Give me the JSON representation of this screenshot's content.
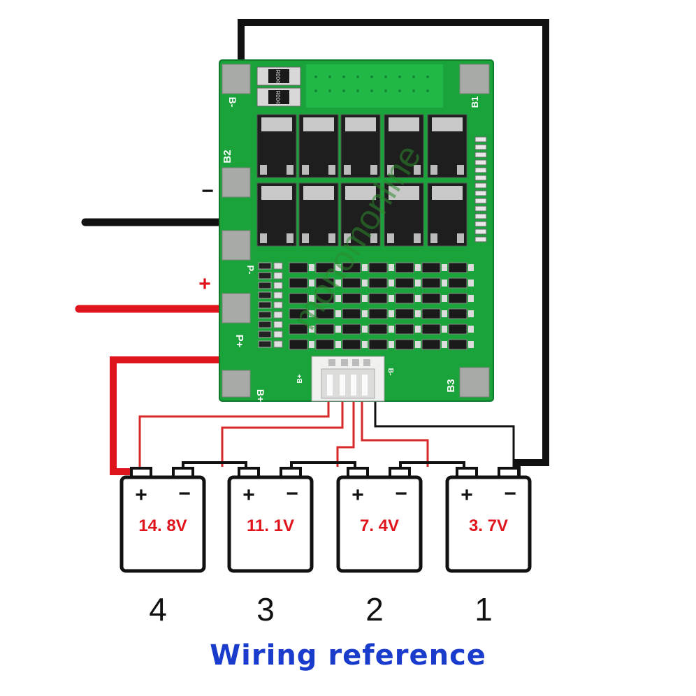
{
  "colors": {
    "pcb_green": "#1aa33a",
    "pcb_dark": "#0f7a2a",
    "wire_black": "#111111",
    "wire_red": "#e0141c",
    "thin_red": "#d8282a",
    "voltage_text": "#e0141c",
    "caption_blue": "#1a3ccc",
    "watermark": "#2b8a2b"
  },
  "board": {
    "pad_labels": {
      "b_minus": "B-",
      "b2": "B2",
      "p_minus": "P-",
      "p_plus": "P+",
      "b_plus": "B+",
      "b1": "B1",
      "b3": "B3",
      "conn_b_plus": "B+",
      "conn_b_minus": "B-"
    },
    "chip_markings": [
      "R004",
      "R004"
    ]
  },
  "terminals": {
    "negative_sign": "−",
    "positive_sign": "+"
  },
  "watermark": "monomonline",
  "batteries": [
    {
      "number": "4",
      "voltage": "14. 8V",
      "plus": "+",
      "minus": "−"
    },
    {
      "number": "3",
      "voltage": "11. 1V",
      "plus": "+",
      "minus": "−"
    },
    {
      "number": "2",
      "voltage": "7. 4V",
      "plus": "+",
      "minus": "−"
    },
    {
      "number": "1",
      "voltage": "3. 7V",
      "plus": "+",
      "minus": "−"
    }
  ],
  "caption": "Wiring reference"
}
